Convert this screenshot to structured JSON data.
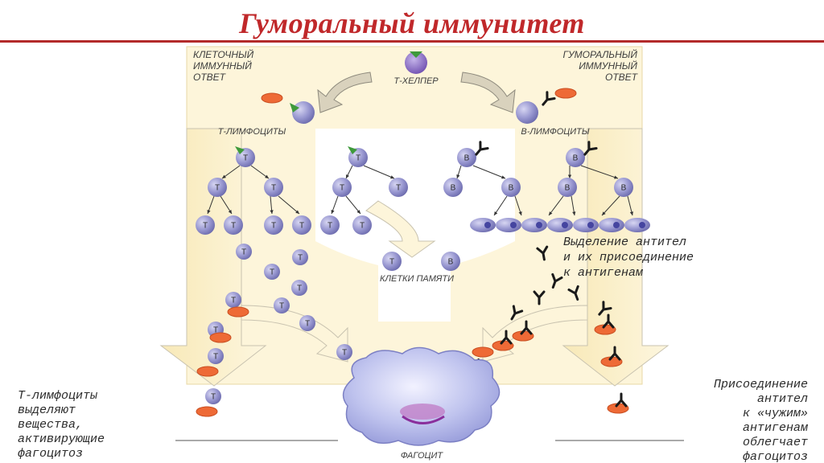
{
  "title": "Гуморальный иммунитет",
  "labels": {
    "cellular_response": [
      "КЛЕТОЧНЫЙ",
      "ИММУННЫЙ",
      "ОТВЕТ"
    ],
    "humoral_response": [
      "ГУМОРАЛЬНЫЙ",
      "ИММУННЫЙ",
      "ОТВЕТ"
    ],
    "t_helper": "Т-ХЕЛПЕР",
    "t_lymphocytes": "Т-ЛИМФОЦИТЫ",
    "b_lymphocytes": "В-ЛИМФОЦИТЫ",
    "memory_cells": "КЛЕТКИ ПАМЯТИ",
    "phagocyte": "ФАГОЦИТ",
    "cell_t": "Т",
    "cell_b": "В"
  },
  "annotations": {
    "antibody_release": [
      "Выделение антител",
      "и их присоединение",
      "к антигенам"
    ],
    "t_lymph_note": [
      "Т-лимфоциты",
      "выделяют",
      "вещества,",
      "активирующие",
      "фагоцитоз"
    ],
    "binding_note": [
      "Присоединение",
      "антител",
      "к «чужим»",
      "антигенам",
      "облегчает",
      "фагоцитоз"
    ]
  },
  "colors": {
    "title": "#c0282a",
    "cell": "#8f8ec9",
    "antigen": "#ee6a36",
    "band": "#fbf1cd",
    "phagocyte": "#b9bde8"
  }
}
